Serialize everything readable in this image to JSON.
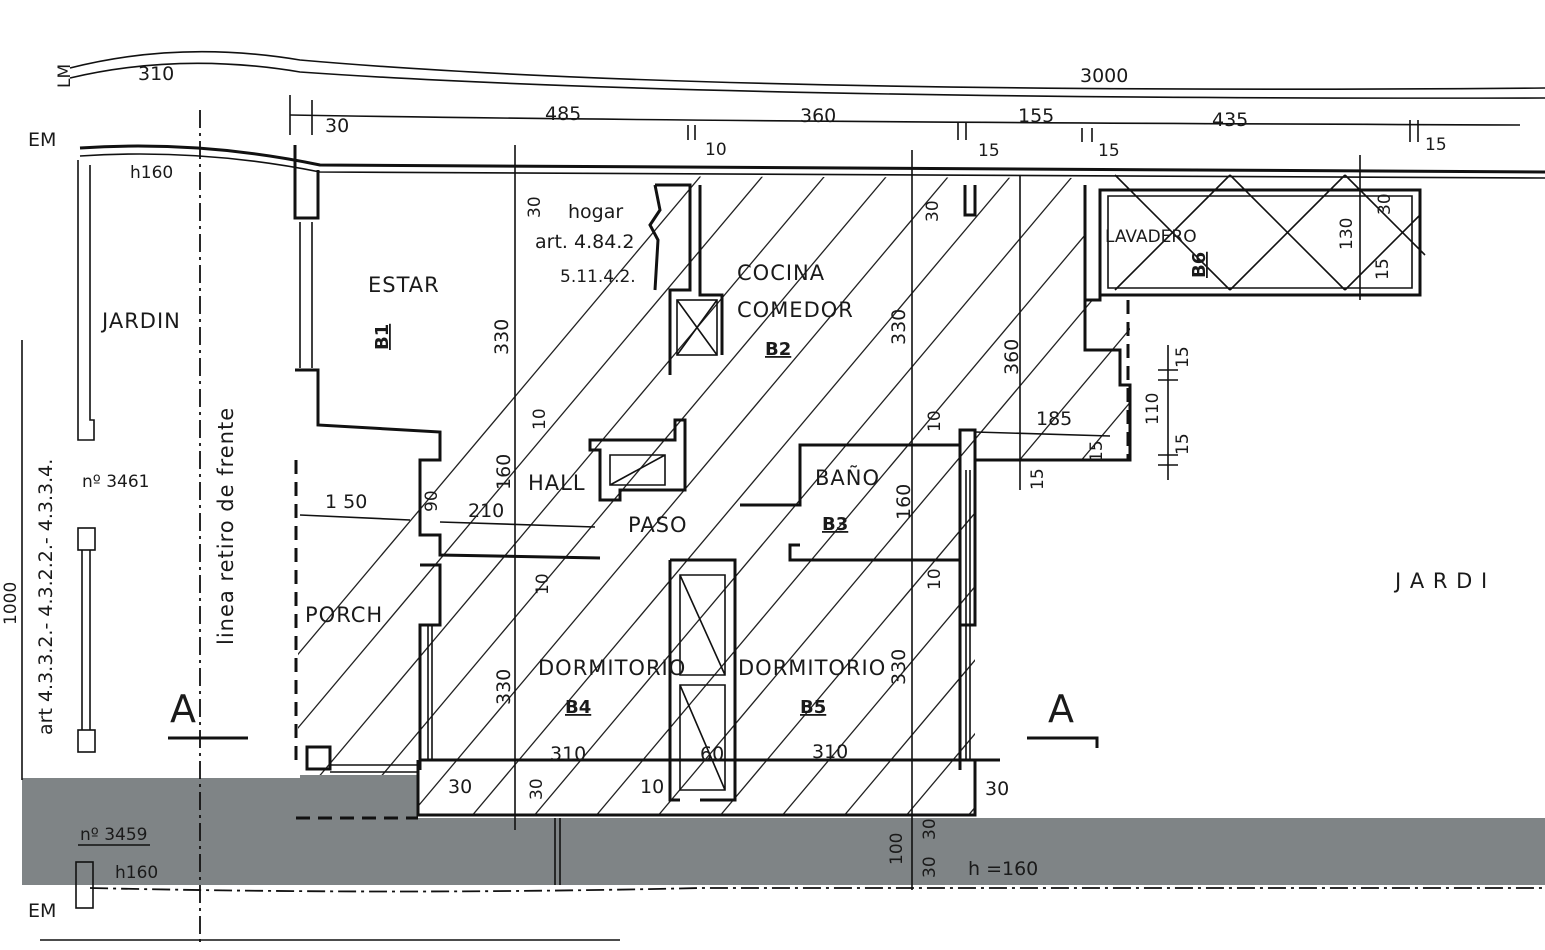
{
  "rooms": {
    "estar": "ESTAR",
    "estar_code": "B1",
    "cocina": "COCINA",
    "comedor": "COMEDOR",
    "cocina_code": "B2",
    "lavadero": "LAVADERO",
    "lavadero_code": "B6",
    "hall": "HALL",
    "paso": "PASO",
    "bano": "BAÑO",
    "bano_code": "B3",
    "porch": "PORCH",
    "dorm1": "DORMITORIO",
    "dorm1_code": "B4",
    "dorm2": "DORMITORIO",
    "dorm2_code": "B5",
    "jardin_left": "JARDIN",
    "jardin_right": "J A R D I"
  },
  "notes": {
    "hogar": "hogar",
    "hogar_art1": "art. 4.84.2",
    "hogar_art2": "5.11.4.2.",
    "linea_retiro": "linea retiro de frente",
    "art_vertical": "art 4.3.3.2.- 4.3.2.2.- 4.3.3.4.",
    "no_3461": "nº 3461",
    "no_3459": "nº 3459",
    "h160_top": "h160",
    "h160_bottom": "h160",
    "h160_street": "h =160",
    "em_top": "EM",
    "em_bottom": "EM",
    "lm": "LM",
    "section_a": "A"
  },
  "dimensions": {
    "d310": "310",
    "d3000": "3000",
    "d30_top": "30",
    "d485": "485",
    "d10_top": "10",
    "d360_top": "360",
    "d15_a": "15",
    "d155": "155",
    "d15_b": "15",
    "d435": "435",
    "d15_c": "15",
    "d30_hogar": "30",
    "d330_estar": "330",
    "d330_cocina": "330",
    "d30_cocina": "30",
    "d360_vert": "360",
    "d130": "130",
    "d30_lav": "30",
    "d15_lav": "15",
    "d15_r1": "15",
    "d110": "110",
    "d15_r2": "15",
    "d185": "185",
    "d15_bath": "15",
    "d15_low": "15",
    "d10_hall": "10",
    "d160_hall": "160",
    "d10_mid": "10",
    "d150": "1 50",
    "d90": "90",
    "d210": "210",
    "d160_bath": "160",
    "d10_dorm": "10",
    "d10_dorm2": "10",
    "d330_dorm1": "330",
    "d330_dorm2": "330",
    "d310_dorm1": "310",
    "d60": "60",
    "d310_dorm2": "310",
    "d30_bl": "30",
    "d30_bm": "30",
    "d10_bm": "10",
    "d30_br": "30",
    "d1000": "1000",
    "d100": "100",
    "d30_s1": "30",
    "d30_s2": "30"
  }
}
